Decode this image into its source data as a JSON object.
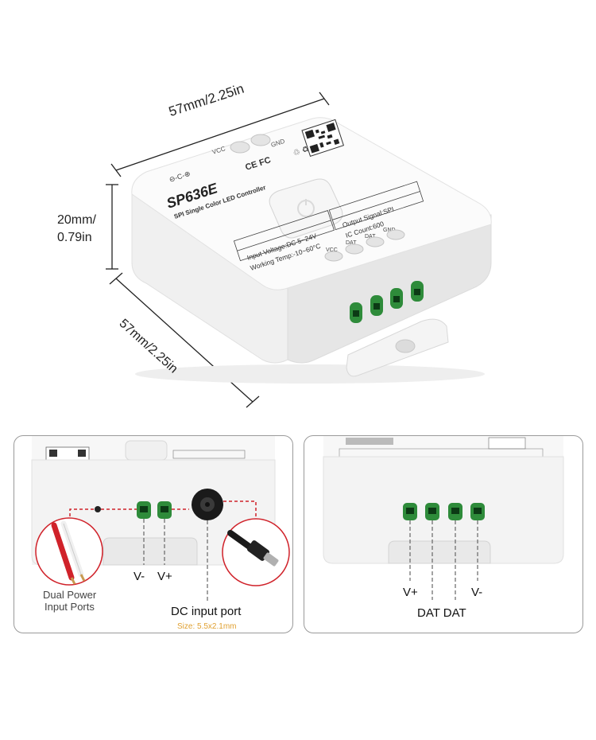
{
  "dimensions": {
    "width_label": "57mm/2.25in",
    "height_label_line1": "20mm/",
    "height_label_line2": "0.79in",
    "depth_label": "57mm/2.25in"
  },
  "device": {
    "model": "SP636E",
    "subtitle": "SPI Single Color LED Controller",
    "cert_marks": "CE FC",
    "top_pins": [
      "VCC",
      "GND"
    ],
    "spec_input_voltage": "Input Voltage:DC 5~24V",
    "spec_working_temp": "Working Temp:-10~60°C",
    "spec_output_signal": "Output Signal:SPI",
    "spec_ic_count": "IC Count:600",
    "terminal_pins": [
      "VCC",
      "DAT",
      "DAT",
      "GND"
    ]
  },
  "left_panel": {
    "label_vminus": "V-",
    "label_vplus": "V+",
    "dual_power_line1": "Dual Power",
    "dual_power_line2": "Input Ports",
    "dc_port_label": "DC input port",
    "dc_port_size": "Size: 5.5x2.1mm"
  },
  "right_panel": {
    "label_vplus": "V+",
    "label_vminus": "V-",
    "label_dat_dat": "DAT DAT"
  },
  "colors": {
    "terminal_green": "#2e8b3a",
    "accent_red": "#d0222a",
    "size_orange": "#e0a030",
    "panel_border": "#9a9a9a"
  }
}
